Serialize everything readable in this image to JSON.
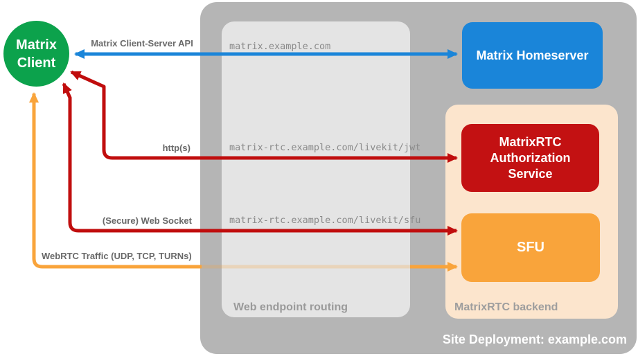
{
  "title": "Site Deployment: example.com",
  "nodes": {
    "client": "Matrix Client",
    "homeserver": "Matrix Homeserver",
    "auth": "MatrixRTC Authorization Service",
    "sfu": "SFU"
  },
  "containers": {
    "web_routing": "Web endpoint routing",
    "backend": "MatrixRTC backend"
  },
  "edges": [
    {
      "label": "Matrix Client-Server API",
      "route": "matrix.example.com",
      "color": "#1a85d9",
      "from": "client",
      "to": "homeserver",
      "bidirectional": true
    },
    {
      "label": "http(s)",
      "route": "matrix-rtc.example.com/livekit/jwt",
      "color": "#c00d0d",
      "from": "client",
      "to": "auth",
      "bidirectional": true
    },
    {
      "label": "(Secure) Web Socket",
      "route": "matrix-rtc.example.com/livekit/sfu",
      "color": "#c00d0d",
      "from": "client",
      "to": "sfu",
      "bidirectional": true
    },
    {
      "label": "WebRTC Traffic (UDP, TCP, TURNs)",
      "color": "#f9a43b",
      "from": "client",
      "to": "sfu",
      "bidirectional": true
    }
  ],
  "colors": {
    "client_green": "#0ca24c",
    "homeserver_blue": "#1a85d9",
    "auth_red": "#c31112",
    "sfu_orange": "#f9a43b",
    "backend_peach": "#fce5cd",
    "site_gray": "#b5b5b5",
    "routing_gray": "#e4e4e4"
  }
}
